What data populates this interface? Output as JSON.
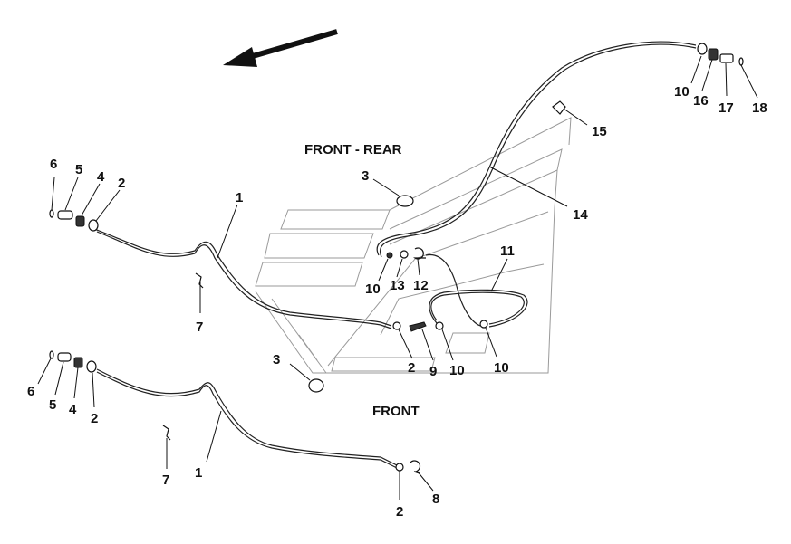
{
  "headings": {
    "front_rear": "FRONT - REAR",
    "front": "FRONT"
  },
  "labels": {
    "t1a": "1",
    "t1b": "1",
    "t2a": "2",
    "t2b": "2",
    "t2c": "2",
    "t2d": "2",
    "t3a": "3",
    "t3b": "3",
    "t4a": "4",
    "t4b": "4",
    "t5a": "5",
    "t5b": "5",
    "t6a": "6",
    "t6b": "6",
    "t7a": "7",
    "t7b": "7",
    "t8": "8",
    "t9": "9",
    "t10a": "10",
    "t10b": "10",
    "t10c": "10",
    "t10d": "10",
    "t11": "11",
    "t12": "12",
    "t13": "13",
    "t14": "14",
    "t15": "15",
    "t16": "16",
    "t17": "17",
    "t18": "18"
  }
}
